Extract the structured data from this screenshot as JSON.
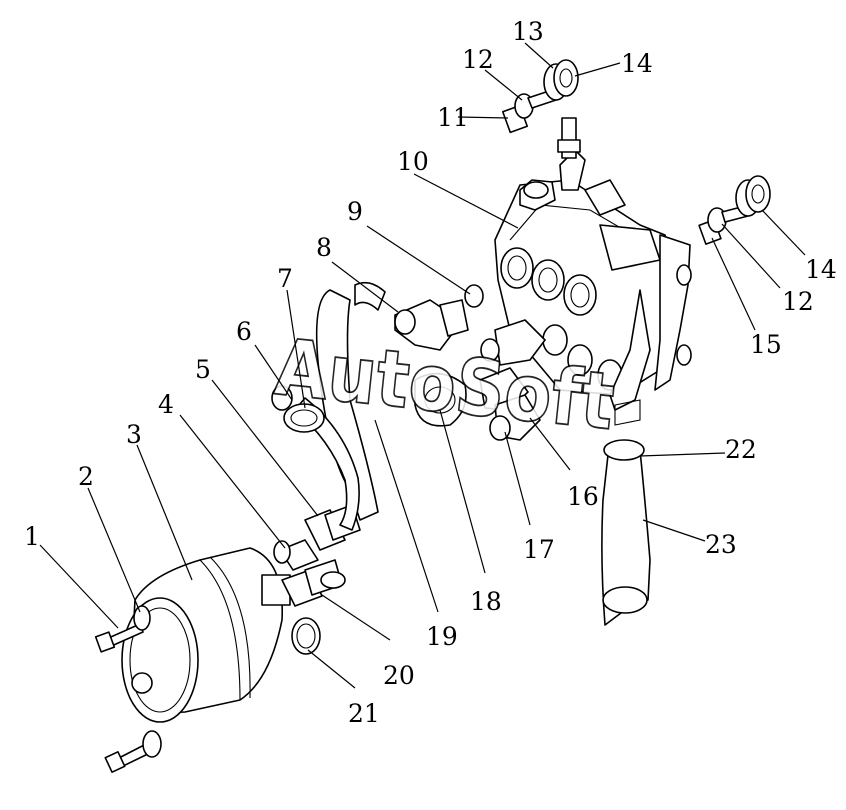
{
  "watermark": "AutoSoft",
  "callouts": [
    {
      "id": "1",
      "label": "1"
    },
    {
      "id": "2",
      "label": "2"
    },
    {
      "id": "3",
      "label": "3"
    },
    {
      "id": "4",
      "label": "4"
    },
    {
      "id": "5",
      "label": "5"
    },
    {
      "id": "6",
      "label": "6"
    },
    {
      "id": "7",
      "label": "7"
    },
    {
      "id": "8",
      "label": "8"
    },
    {
      "id": "9",
      "label": "9"
    },
    {
      "id": "10",
      "label": "10"
    },
    {
      "id": "11",
      "label": "11"
    },
    {
      "id": "12a",
      "label": "12"
    },
    {
      "id": "13",
      "label": "13"
    },
    {
      "id": "14a",
      "label": "14"
    },
    {
      "id": "14b",
      "label": "14"
    },
    {
      "id": "12b",
      "label": "12"
    },
    {
      "id": "15",
      "label": "15"
    },
    {
      "id": "16",
      "label": "16"
    },
    {
      "id": "17",
      "label": "17"
    },
    {
      "id": "18",
      "label": "18"
    },
    {
      "id": "19",
      "label": "19"
    },
    {
      "id": "20",
      "label": "20"
    },
    {
      "id": "21",
      "label": "21"
    },
    {
      "id": "22",
      "label": "22"
    },
    {
      "id": "23",
      "label": "23"
    }
  ]
}
